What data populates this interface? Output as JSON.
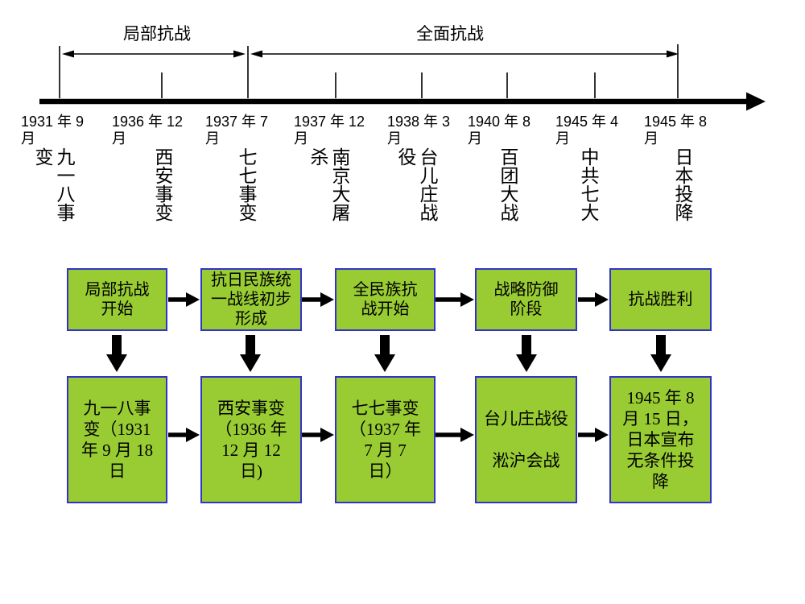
{
  "colors": {
    "box_fill": "#99cc33",
    "box_border": "#3333cc",
    "arrow": "#000000",
    "text": "#000000",
    "background": "#ffffff"
  },
  "timeline": {
    "phases": [
      {
        "label": "局部抗战"
      },
      {
        "label": "全面抗战"
      }
    ],
    "events": [
      {
        "date": "1931 年 9\n月",
        "name": "九一八事变"
      },
      {
        "date": "1936 年 12\n月",
        "name": "西安事变"
      },
      {
        "date": "1937 年 7\n月",
        "name": "七七事变"
      },
      {
        "date": "1937 年 12\n月",
        "name": "南京大屠杀"
      },
      {
        "date": "1938 年 3\n月",
        "name": "台儿庄战役"
      },
      {
        "date": "1940 年 8\n月",
        "name": "百团大战"
      },
      {
        "date": "1945 年 4\n月",
        "name": "中共七大"
      },
      {
        "date": "1945 年 8\n月",
        "name": "日本投降"
      }
    ]
  },
  "flowchart": {
    "stages": [
      {
        "label": "局部抗战\n开始"
      },
      {
        "label": "抗日民族统\n一战线初步\n形成"
      },
      {
        "label": "全民族抗\n战开始"
      },
      {
        "label": "战略防御\n阶段"
      },
      {
        "label": "抗战胜利"
      }
    ],
    "details": [
      {
        "label": "九一八事\n变（1931\n年 9 月 18\n日"
      },
      {
        "label": "西安事变\n（1936 年\n12 月 12\n日)"
      },
      {
        "label": "七七事变\n（1937 年\n7 月 7\n日）"
      },
      {
        "label": "台儿庄战役\n\n淞沪会战"
      },
      {
        "label": "1945 年 8\n月 15 日，\n日本宣布\n无条件投\n降"
      }
    ]
  }
}
